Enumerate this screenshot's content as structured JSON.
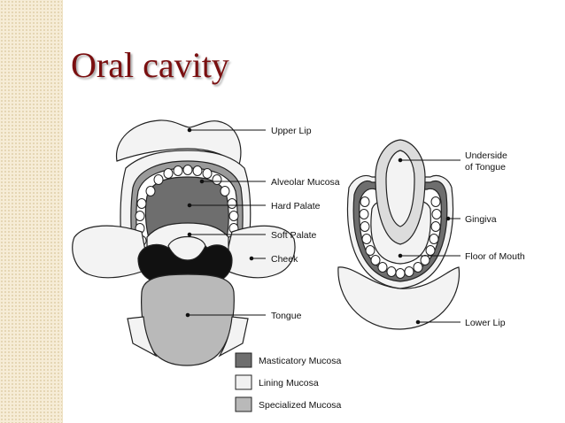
{
  "slide": {
    "title": "Oral cavity"
  },
  "diagram": {
    "labels": {
      "upper_lip": "Upper Lip",
      "alveolar_mucosa": "Alveolar Mucosa",
      "hard_palate": "Hard Palate",
      "soft_palate": "Soft Palate",
      "cheek": "Cheek",
      "tongue": "Tongue",
      "underside_tongue_1": "Underside",
      "underside_tongue_2": "of Tongue",
      "gingiva": "Gingiva",
      "floor_of_mouth": "Floor of Mouth",
      "lower_lip": "Lower Lip"
    },
    "legend": [
      {
        "label": "Masticatory Mucosa",
        "color": "#6e6e6e"
      },
      {
        "label": "Lining Mucosa",
        "color": "#f1f1f1"
      },
      {
        "label": "Specialized Mucosa",
        "color": "#b9b9b9"
      }
    ]
  }
}
